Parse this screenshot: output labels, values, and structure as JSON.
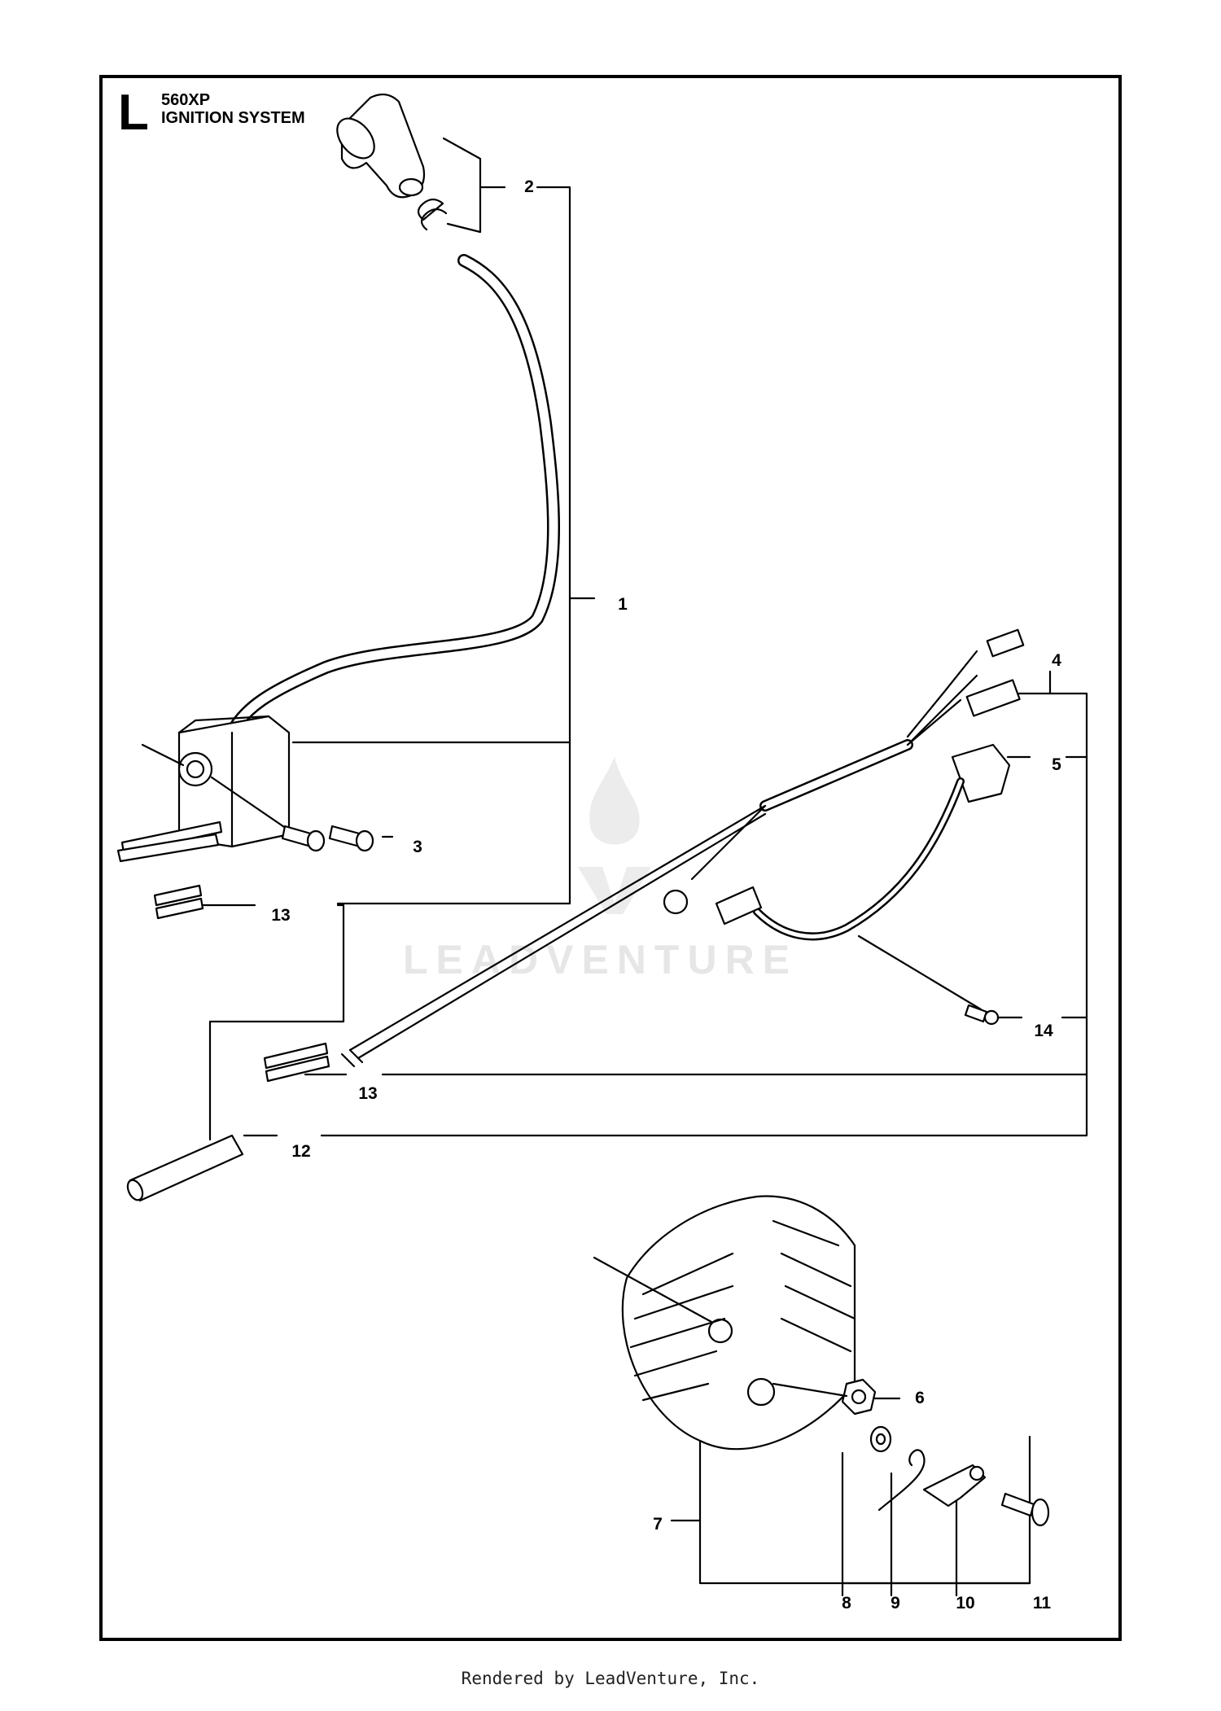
{
  "header": {
    "section_letter": "L",
    "model": "560XP",
    "title": "IGNITION SYSTEM"
  },
  "watermark": {
    "brand": "LEADVENTURE"
  },
  "callouts": [
    {
      "id": "c1",
      "label": "1"
    },
    {
      "id": "c2",
      "label": "2"
    },
    {
      "id": "c3",
      "label": "3"
    },
    {
      "id": "c4",
      "label": "4"
    },
    {
      "id": "c5",
      "label": "5"
    },
    {
      "id": "c6",
      "label": "6"
    },
    {
      "id": "c7",
      "label": "7"
    },
    {
      "id": "c8",
      "label": "8"
    },
    {
      "id": "c9",
      "label": "9"
    },
    {
      "id": "c10",
      "label": "10"
    },
    {
      "id": "c11",
      "label": "11"
    },
    {
      "id": "c12",
      "label": "12"
    },
    {
      "id": "c13a",
      "label": "13"
    },
    {
      "id": "c13b",
      "label": "13"
    },
    {
      "id": "c14",
      "label": "14"
    }
  ],
  "footer": {
    "text": "Rendered by LeadVenture, Inc."
  }
}
